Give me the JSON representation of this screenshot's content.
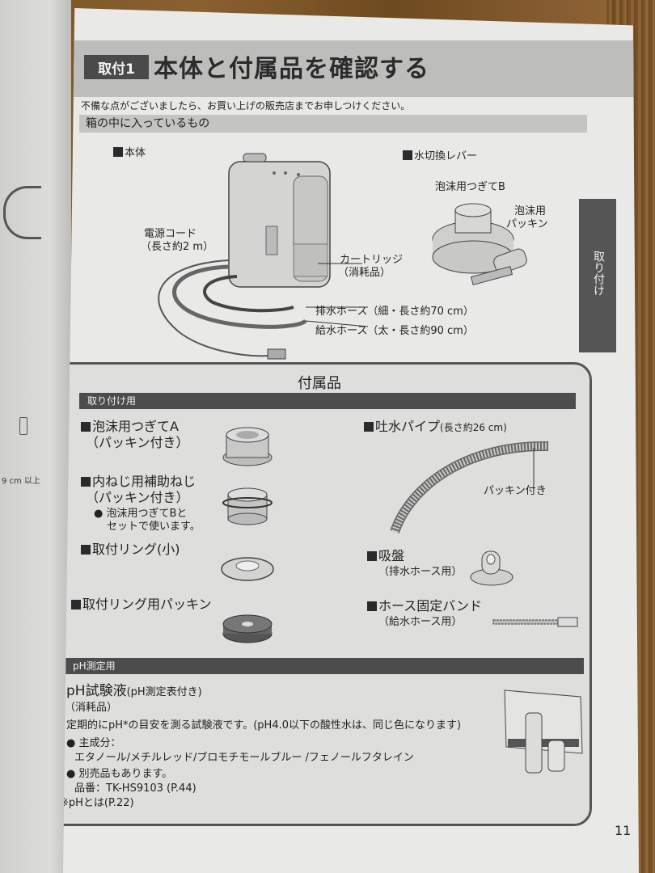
{
  "page": {
    "section_badge": "取付1",
    "title": "本体と付属品を確認する",
    "note": "不備な点がございましたら、お買い上げの販売店までお申しつけください。",
    "box_contents_header": "箱の中に入っているもの",
    "side_tab": "取り付け",
    "page_number": "11"
  },
  "main_unit": {
    "heading": "本体",
    "power_cord_label": "電源コード",
    "power_cord_length": "（長さ約2 m）",
    "cartridge_label": "カートリッジ",
    "cartridge_note": "（消耗品）",
    "drain_hose": "排水ホース（細・長さ約70 cm）",
    "supply_hose": "給水ホース（太・長さ約90 cm）"
  },
  "lever": {
    "heading": "水切換レバー",
    "joint_b": "泡沫用つぎてB",
    "packing_line1": "泡沫用",
    "packing_line2": "パッキン"
  },
  "accessories": {
    "title": "付属品",
    "mounting_header": "取り付け用",
    "items_left": [
      {
        "name": "泡沫用つぎてA",
        "sub": "（パッキン付き）"
      },
      {
        "name": "内ねじ用補助ねじ",
        "sub": "（パッキン付き）",
        "note1": "● 泡沫用つぎてBと",
        "note2": "セットで使います。"
      },
      {
        "name": "取付リング(小)"
      },
      {
        "name": "取付リング用パッキン"
      }
    ],
    "items_right": [
      {
        "name": "吐水パイプ",
        "sub": "(長さ約26 cm)",
        "callout": "パッキン付き"
      },
      {
        "name": "吸盤",
        "sub": "（排水ホース用）"
      },
      {
        "name": "ホース固定バンド",
        "sub": "（給水ホース用）"
      }
    ],
    "ph_header": "pH測定用",
    "ph_item": {
      "name": "pH試験液",
      "name_sub": "(pH測定表付き)",
      "consumable": "（消耗品）",
      "description": "定期的にpH*の目安を測る試験液です。(pH4.0以下の酸性水は、同じ色になります)",
      "ingredients_label": "● 主成分：",
      "ingredients": "エタノール/メチルレッド/ブロモチモールブルー /フェノールフタレイン",
      "separate_sale": "● 別売品もあります。",
      "part_number": "品番：TK-HS9103 (P.44)",
      "ph_reference": "※pHとは(P.22)"
    }
  },
  "left_page": {
    "fragment": "9 cm 以上"
  },
  "colors": {
    "paper": "#e9e9e7",
    "header_band": "#bdbdbb",
    "dark_bar": "#4c4c4c",
    "text": "#222222"
  }
}
